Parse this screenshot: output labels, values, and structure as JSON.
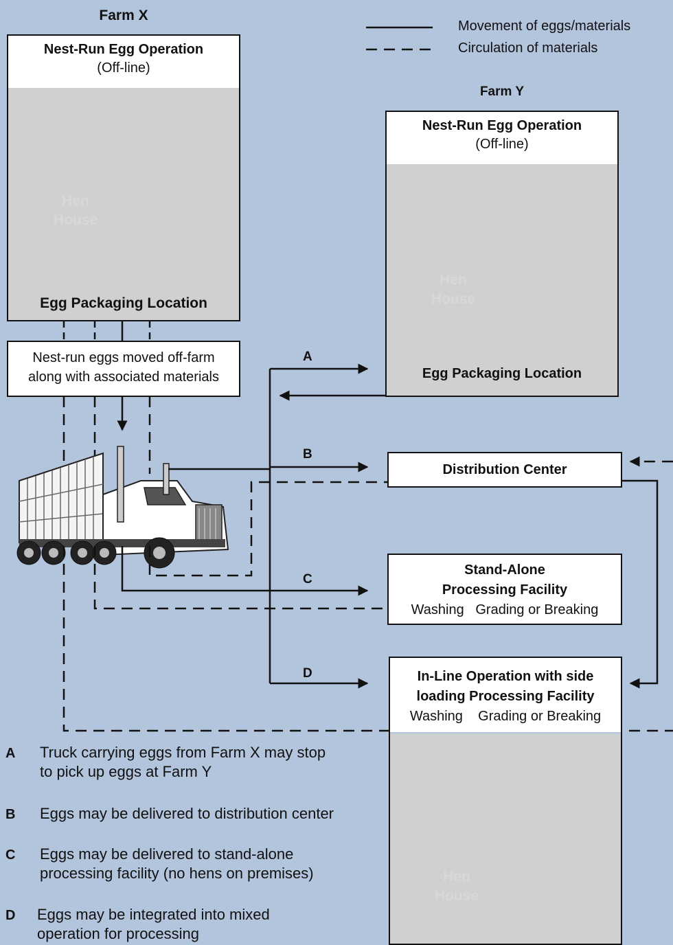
{
  "legend": {
    "solid_label": "Movement of eggs/materials",
    "dashed_label": "Circulation of materials"
  },
  "farm_x": {
    "title": "Farm X",
    "operation": "Nest-Run Egg Operation",
    "status": "(Off-line)",
    "hen_house_line1": "Hen",
    "hen_house_line2": "House",
    "packaging": "Egg Packaging Location"
  },
  "farm_y": {
    "title": "Farm Y",
    "operation": "Nest-Run Egg Operation",
    "status": "(Off-line)",
    "hen_house_line1": "Hen",
    "hen_house_line2": "House",
    "packaging": "Egg Packaging Location"
  },
  "offfarm_note": {
    "line1": "Nest-run eggs moved off-farm",
    "line2": "along with associated materials"
  },
  "distribution_center": {
    "title": "Distribution Center"
  },
  "standalone": {
    "title1": "Stand-Alone",
    "title2": "Processing Facility",
    "functions": "Washing   Grading or Breaking"
  },
  "inline_op": {
    "title1": "In-Line Operation with side",
    "title2": "loading Processing Facility",
    "functions": "Washing    Grading or Breaking",
    "hen_house_line1": "Hen",
    "hen_house_line2": "House"
  },
  "routes": {
    "a": "A",
    "b": "B",
    "c": "C",
    "d": "D"
  },
  "key": [
    {
      "letter": "A",
      "line1": "Truck carrying eggs from Farm X may stop",
      "line2": "to pick up eggs at Farm Y"
    },
    {
      "letter": "B",
      "line1": "Eggs may be delivered to distribution center",
      "line2": ""
    },
    {
      "letter": "C",
      "line1": "Eggs may be delivered to stand-alone",
      "line2": "processing facility (no hens on premises)"
    },
    {
      "letter": "D",
      "line1": "Eggs may be integrated into mixed",
      "line2": "operation for processing"
    }
  ],
  "colors": {
    "background": "#b3c5dd",
    "box_fill": "#ffffff",
    "farm_fill": "#cfd0d2",
    "hen_house_fill": "#9a9b9e",
    "line": "#111111"
  }
}
